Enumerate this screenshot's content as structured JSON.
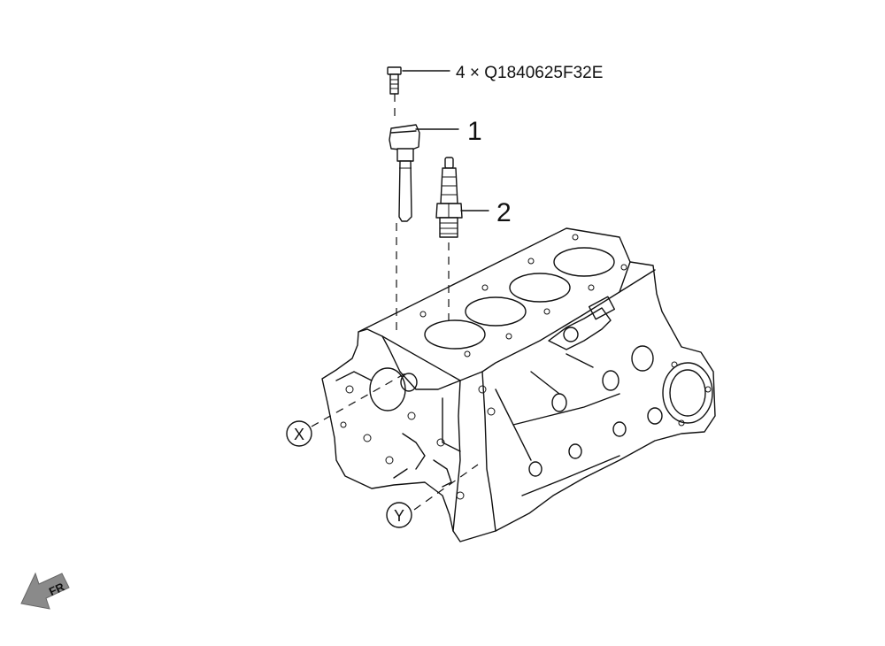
{
  "diagram": {
    "callouts": {
      "bolt": "4 × Q1840625F32E",
      "coil": "1",
      "plug": "2"
    },
    "views": {
      "x": "X",
      "y": "Y"
    },
    "direction": {
      "label": "FR",
      "color": "#8a8a8a"
    },
    "line_color": "#111111"
  }
}
